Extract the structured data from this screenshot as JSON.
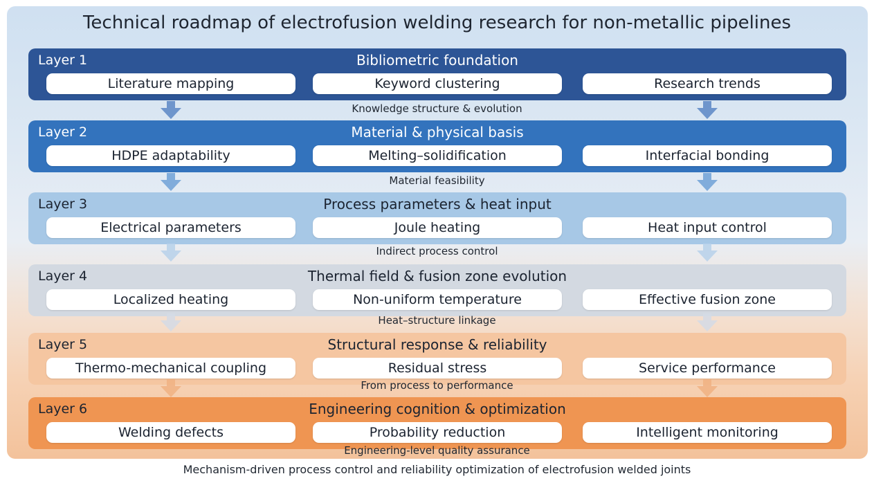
{
  "title": "Technical roadmap of electrofusion welding research for non-metallic pipelines",
  "layers": [
    {
      "label": "Layer 1",
      "title": "Bibliometric foundation",
      "items": [
        "Literature mapping",
        "Keyword clustering",
        "Research trends"
      ],
      "connector": "Knowledge structure & evolution",
      "color": "#2d5596",
      "text_color": "#ffffff",
      "arrow_color": "#5a86c4"
    },
    {
      "label": "Layer 2",
      "title": "Material & physical basis",
      "items": [
        "HDPE adaptability",
        "Melting–solidification",
        "Interfacial bonding"
      ],
      "connector": "Material feasibility",
      "color": "#3373bd",
      "text_color": "#ffffff",
      "arrow_color": "#6fa1d6"
    },
    {
      "label": "Layer 3",
      "title": "Process parameters & heat input",
      "items": [
        "Electrical parameters",
        "Joule heating",
        "Heat input control"
      ],
      "connector": "Indirect process control",
      "color": "#a7c8e6",
      "text_color": "#1b2330",
      "arrow_color": "#b7d1ea"
    },
    {
      "label": "Layer 4",
      "title": "Thermal field & fusion zone evolution",
      "items": [
        "Localized heating",
        "Non-uniform temperature",
        "Effective fusion zone"
      ],
      "connector": "Heat–structure linkage",
      "color": "#d3d9e1",
      "text_color": "#1b2330",
      "arrow_color": "#d3dbe5"
    },
    {
      "label": "Layer 5",
      "title": "Structural response & reliability",
      "items": [
        "Thermo-mechanical coupling",
        "Residual stress",
        "Service performance"
      ],
      "connector": "From process to performance",
      "color": "#f5c6a1",
      "text_color": "#1b2330",
      "arrow_color": "#f0b282"
    },
    {
      "label": "Layer 6",
      "title": "Engineering cognition & optimization",
      "items": [
        "Welding defects",
        "Probability reduction",
        "Intelligent monitoring"
      ],
      "connector": "Engineering-level quality assurance",
      "color": "#ef9552",
      "text_color": "#1b2330",
      "arrow_color": "#ef9552"
    }
  ],
  "footer": "Mechanism-driven process control and reliability optimization of electrofusion welded joints"
}
